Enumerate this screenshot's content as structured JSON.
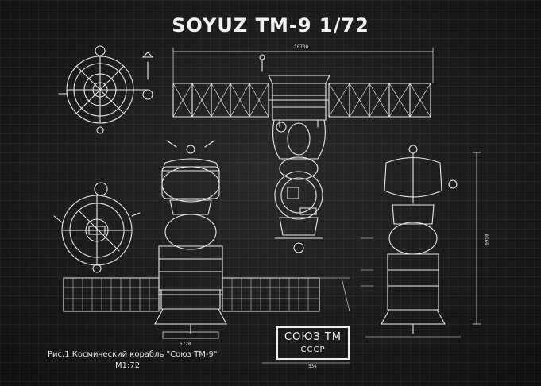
{
  "title": "SOYUZ TM-9 1/72",
  "caption_line1": "Рис.1 Космический корабль \"Союз ТМ-9\"",
  "caption_line2": "М1:72",
  "plate": {
    "line1": "СОЮЗ ТМ",
    "line2": "СССР"
  },
  "dimensions": {
    "span": "10700",
    "width": "6720",
    "height": "6950",
    "base": "534"
  },
  "colors": {
    "background": "#1b1b1b",
    "line": "#eeeeee"
  }
}
